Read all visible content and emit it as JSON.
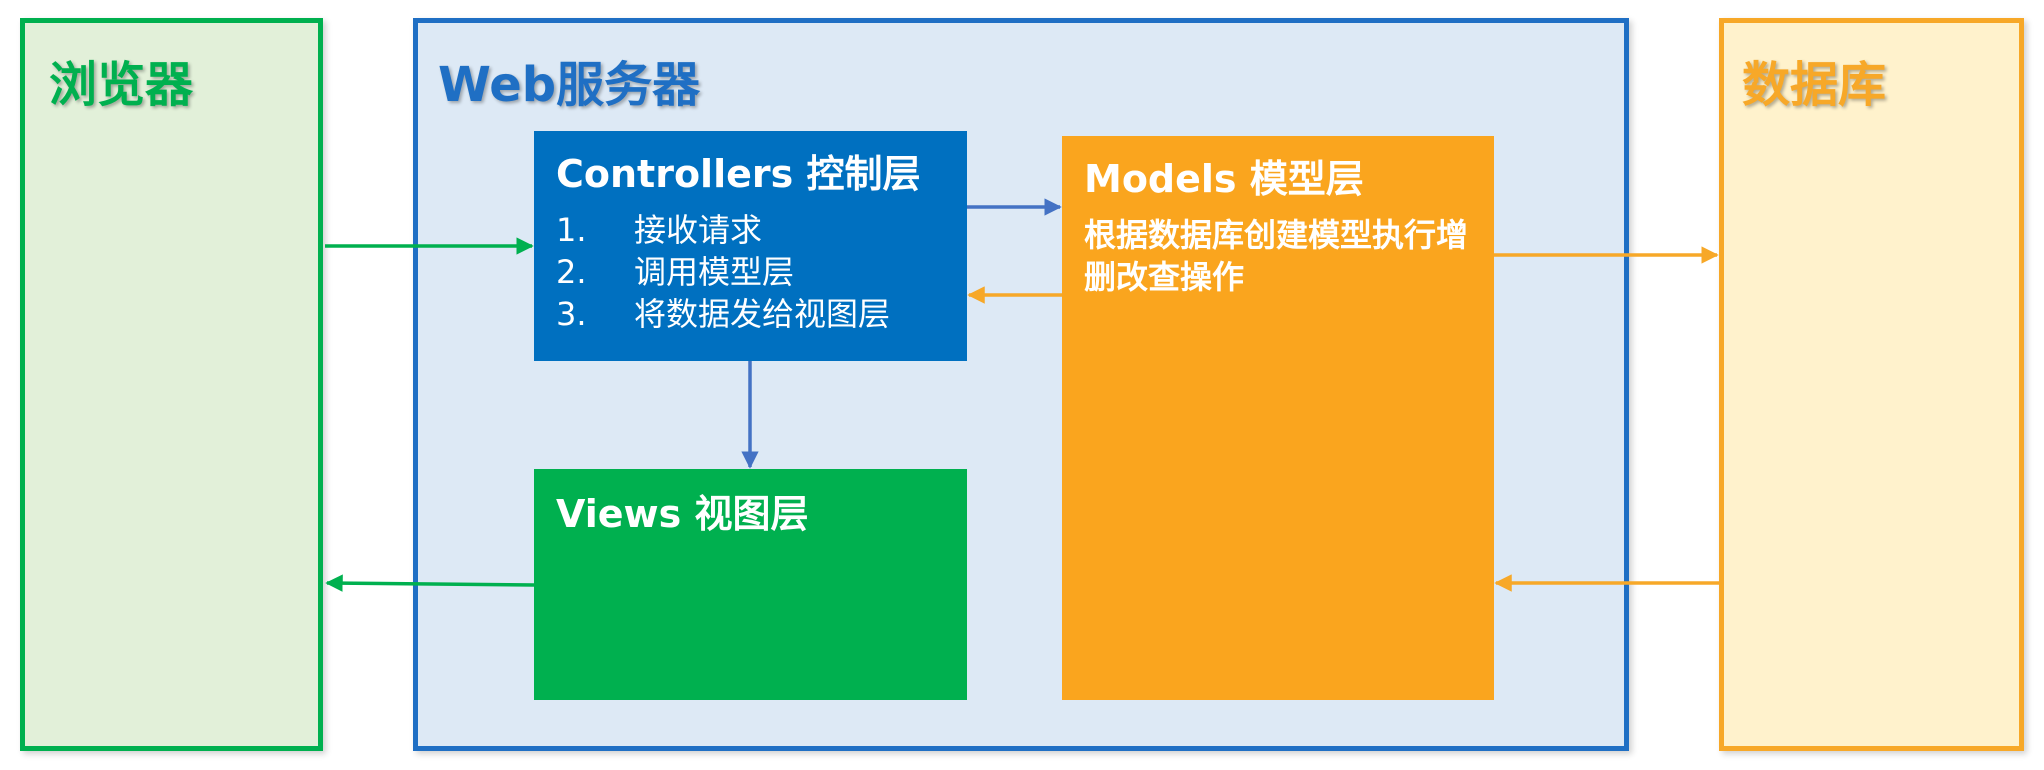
{
  "browser": {
    "title": "浏览器"
  },
  "server": {
    "title": "Web服务器"
  },
  "database": {
    "title": "数据库"
  },
  "controllers": {
    "title": "Controllers 控制层",
    "items": [
      {
        "num": "1.",
        "text": "接收请求"
      },
      {
        "num": "2.",
        "text": "调用模型层"
      },
      {
        "num": "3.",
        "text": "将数据发给视图层"
      }
    ]
  },
  "views": {
    "title": "Views 视图层"
  },
  "models": {
    "title": "Models 模型层",
    "description": "根据数据库创建模型执行增删改查操作"
  },
  "colors": {
    "browser": "#00B04F",
    "server": "#1F6FC4",
    "database": "#F7A828",
    "controllers_fill": "#0070C0",
    "views_fill": "#00B04F",
    "models_fill": "#FAA51E",
    "arrow_blue": "#4472C4",
    "arrow_orange": "#F7A828",
    "arrow_green": "#00B04F"
  }
}
